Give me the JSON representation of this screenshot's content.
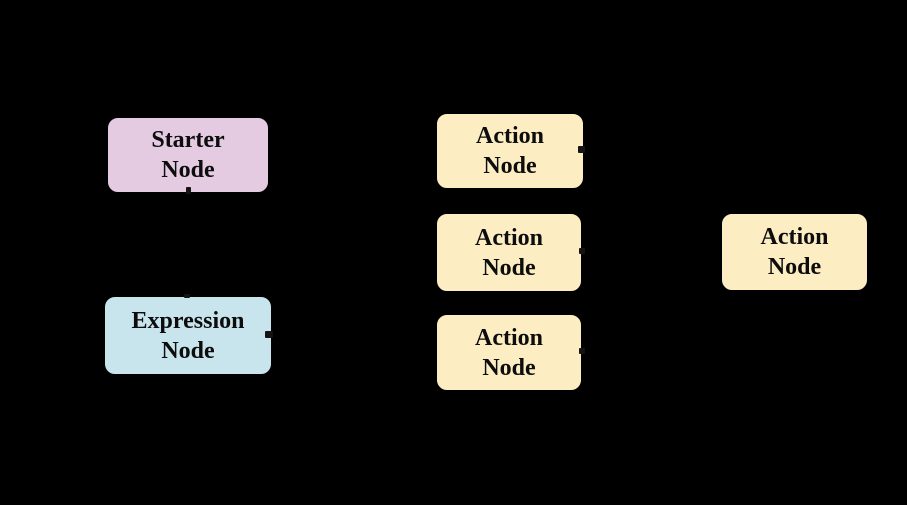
{
  "diagram": {
    "background_color": "#000000",
    "node_text_color": "#0d0d0d",
    "node_border_color": "#000000",
    "connector_stub_color": "#141414",
    "nodes": [
      {
        "name": "starter-node",
        "line1": "Starter",
        "line2": "Node",
        "fill": "#e5cbe2"
      },
      {
        "name": "expression-node",
        "line1": "Expression",
        "line2": "Node",
        "fill": "#c8e4ec"
      },
      {
        "name": "action-node-1",
        "line1": "Action",
        "line2": "Node",
        "fill": "#fcedc3"
      },
      {
        "name": "action-node-2",
        "line1": "Action",
        "line2": "Node",
        "fill": "#fcedc3"
      },
      {
        "name": "action-node-3",
        "line1": "Action",
        "line2": "Node",
        "fill": "#fcedc3"
      },
      {
        "name": "action-node-4",
        "line1": "Action",
        "line2": "Node",
        "fill": "#fcedc3"
      }
    ]
  }
}
